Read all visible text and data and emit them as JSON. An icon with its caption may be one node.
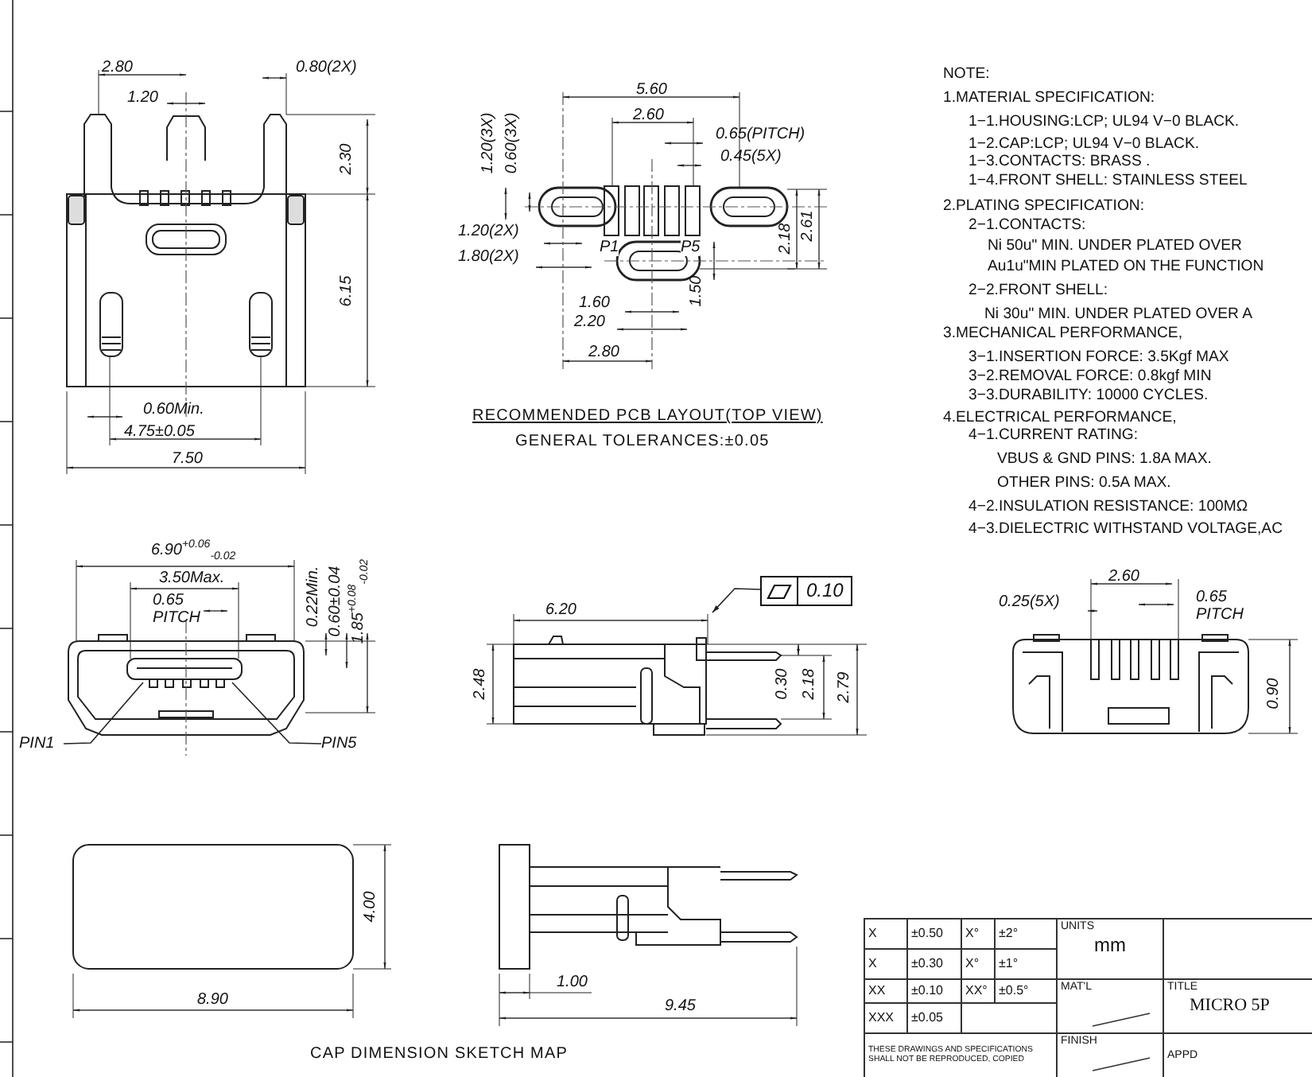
{
  "diagram": {
    "nodes": [
      {
        "text": [
          "PIN1"
        ]
      },
      {
        "text": [
          "PIN5"
        ]
      },
      {
        "text": [
          "0.10"
        ]
      }
    ],
    "edges": [
      {
        "from": 0,
        "to": null,
        "arrow": "none"
      },
      {
        "from": 1,
        "to": null,
        "arrow": "none"
      },
      {
        "from": 2,
        "to": null,
        "arrow": "to"
      }
    ],
    "labels": [
      "2.80",
      "0.80(2X)",
      "1.20",
      "2.30",
      "6.15",
      "0.60Min.",
      "4.75±0.05",
      "7.50",
      "5.60",
      "1.20(3X)",
      "0.60(3X)",
      "2.60",
      "0.65(PITCH)",
      "0.45(5X)",
      "1.20(2X)",
      "P1",
      "P5",
      "2.18",
      "2.61",
      "1.80(2X)",
      "1.60",
      "1.50",
      "2.20",
      "2.80",
      "RECOMMENDED PCB LAYOUT(TOP VIEW)",
      "GENERAL TOLERANCES:±0.05",
      "NOTE:",
      "1.MATERIAL SPECIFICATION:",
      "1−1.HOUSING:LCP; UL94 V−0 BLACK.",
      "1−2.CAP:LCP; UL94 V−0 BLACK.",
      "1−3.CONTACTS: BRASS .",
      "1−4.FRONT SHELL: STAINLESS STEEL",
      "2.PLATING SPECIFICATION:",
      "2−1.CONTACTS:",
      "Ni 50u\" MIN. UNDER PLATED OVER",
      "Au1u\"MIN PLATED ON THE FUNCTION",
      "2−2.FRONT SHELL:",
      "Ni 30u\" MIN. UNDER PLATED OVER A",
      "3.MECHANICAL PERFORMANCE,",
      "3−1.INSERTION FORCE: 3.5Kgf MAX",
      "3−2.REMOVAL FORCE: 0.8kgf MIN",
      "3−3.DURABILITY: 10000 CYCLES.",
      "4.ELECTRICAL PERFORMANCE,",
      "4−1.CURRENT RATING:",
      "VBUS & GND PINS: 1.8A MAX.",
      "OTHER PINS: 0.5A MAX.",
      "4−2.INSULATION RESISTANCE: 100MΩ",
      "4−3.DIELECTRIC WITHSTAND VOLTAGE,AC",
      "6.90$^{+0.06}$$_{-0.02}$",
      "3.50Max.",
      "0.65 PITCH",
      "0.22Min.",
      "0.60±0.04",
      "1.85$^{+0.08}$$_{-0.02}$",
      "6.20",
      "2.48",
      "0.30",
      "2.18",
      "2.79",
      "2.60",
      "0.25(5X)",
      "0.65 PITCH",
      "0.90",
      "4.00",
      "8.90",
      "1.00",
      "9.45",
      "CAP DIMENSION SKETCH MAP",
      "X",
      "±0.50",
      "X°",
      "±2°",
      "UNITS",
      "mm",
      "X",
      "±0.30",
      "X°",
      "±1°",
      "XX",
      "±0.10",
      "XX°",
      "±0.5°",
      "MAT'L",
      "TITLE",
      "MICRO 5P",
      "XXX",
      "±0.05",
      "THESE DRAWINGS AND SPECIFICATIONS SHALL NOT BE REPRODUCED, COPIED",
      "FINISH",
      "APPD"
    ]
  }
}
